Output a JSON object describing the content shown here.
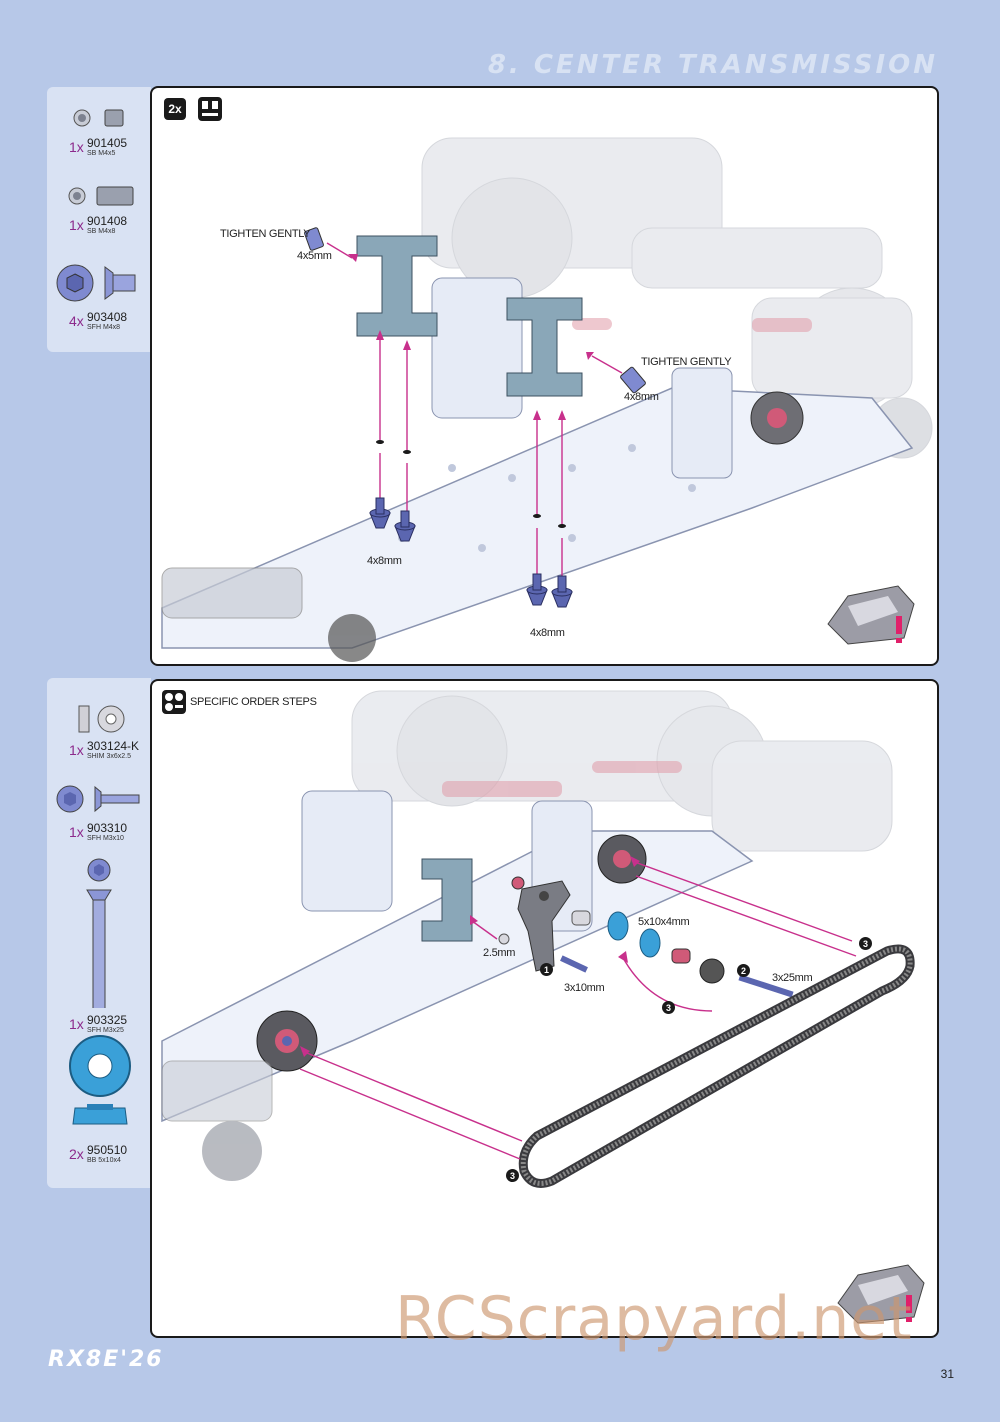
{
  "header": {
    "section_title": "8. CENTER TRANSMISSION"
  },
  "step1": {
    "badge_count": "2x",
    "parts": [
      {
        "qty": "1x",
        "code": "901405",
        "desc": "SB M4x5"
      },
      {
        "qty": "1x",
        "code": "901408",
        "desc": "SB M4x8"
      },
      {
        "qty": "4x",
        "code": "903408",
        "desc": "SFH M4x8"
      }
    ],
    "labels": {
      "tighten_left": "TIGHTEN GENTLY",
      "size_4x5": "4x5mm",
      "tighten_right": "TIGHTEN GENTLY",
      "size_4x8_right": "4x8mm",
      "size_4x8_a": "4x8mm",
      "size_4x8_b": "4x8mm"
    }
  },
  "step2": {
    "order_label": "SPECIFIC ORDER STEPS",
    "parts": [
      {
        "qty": "1x",
        "code": "303124-K",
        "desc": "SHIM 3x6x2.5"
      },
      {
        "qty": "1x",
        "code": "903310",
        "desc": "SFH M3x10"
      },
      {
        "qty": "1x",
        "code": "903325",
        "desc": "SFH M3x25"
      },
      {
        "qty": "2x",
        "code": "950510",
        "desc": "BB 5x10x4"
      }
    ],
    "labels": {
      "size_5x10x4": "5x10x4mm",
      "size_2_5": "2.5mm",
      "size_3x10": "3x10mm",
      "size_3x25": "3x25mm",
      "step_1": "1",
      "step_2": "2",
      "step_3a": "3",
      "step_3b": "3",
      "step_3c": "3"
    }
  },
  "footer": {
    "logo": "RX8E'26",
    "page_number": "31",
    "watermark": "RCScrapyard.net"
  },
  "colors": {
    "background": "#b7c8e8",
    "panel": "#d9e2f3",
    "accent": "#c8308c",
    "part_blue": "#6b78c8",
    "bearing": "#3aa0d8"
  }
}
